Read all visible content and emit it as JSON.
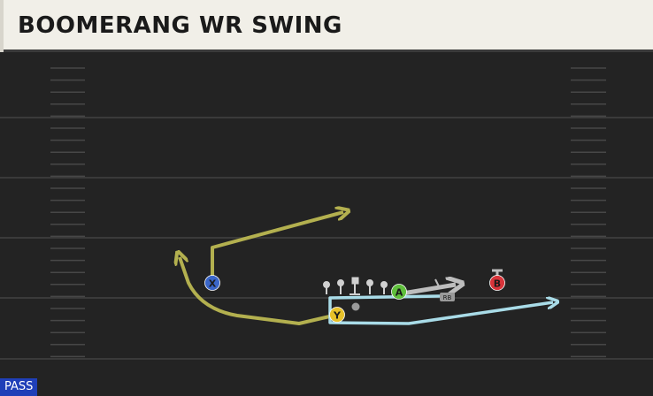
{
  "header": {
    "play_name": "BOOMERANG WR SWING"
  },
  "footer": {
    "play_type": "PASS"
  },
  "players": [
    {
      "label": "X",
      "color": "#3a66c9",
      "role": "receiver"
    },
    {
      "label": "Y",
      "color": "#e6c12a",
      "role": "receiver"
    },
    {
      "label": "A",
      "color": "#5fbf3c",
      "role": "receiver"
    },
    {
      "label": "B",
      "color": "#d8343a",
      "role": "receiver"
    },
    {
      "label": "RB",
      "color": "#9a9a9a",
      "role": "running-back-tag"
    }
  ],
  "colors": {
    "route_x": "#b3b04f",
    "route_y": "#b3b04f",
    "route_a": "#a9dce8",
    "block": "#bdbdbd",
    "field_lines": "#3a3a3a",
    "hash_marks": "#4a4a4a"
  },
  "icons": [
    "arrow-head-icon",
    "block-t-icon",
    "lineman-icon"
  ]
}
